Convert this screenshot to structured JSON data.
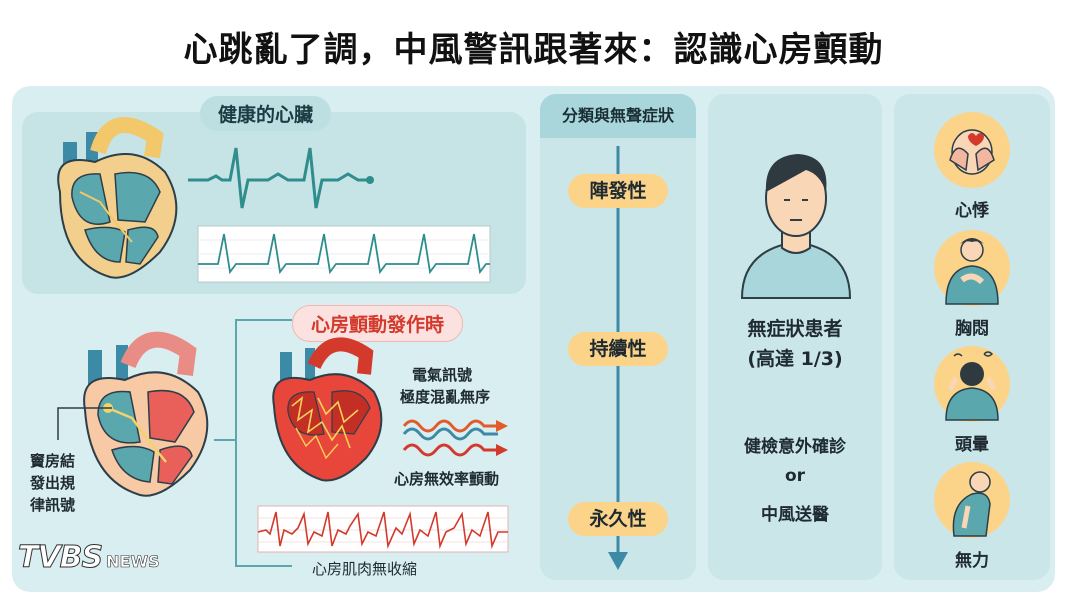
{
  "title": "心跳亂了調，中風警訊跟著來：認識心房顫動",
  "healthy": {
    "label": "健康的心臟"
  },
  "afib": {
    "label": "心房顫動發作時",
    "sa_node_note": [
      "竇房結",
      "發出規",
      "律訊號"
    ],
    "signal_note": [
      "電氣訊號",
      "極度混亂無序"
    ],
    "waves_note": "心房無效率顫動",
    "ecg_note": "心房肌肉無收縮"
  },
  "types": {
    "header": "分類與無聲症狀",
    "stages": [
      "陣發性",
      "持續性",
      "永久性"
    ]
  },
  "person": {
    "line1": "無症狀患者",
    "line2": "(高達 1/3)",
    "discover1": "健檢意外確診",
    "discover2": "or",
    "discover3": "中風送醫"
  },
  "symptoms": [
    "心悸",
    "胸悶",
    "頭暈",
    "無力"
  ],
  "logo": {
    "main": "TVBS",
    "sub": "NEWS"
  },
  "colors": {
    "teal": "#5aa7ad",
    "red": "#d33a2c",
    "orange": "#fbd48a",
    "bg": "#d9eef0"
  }
}
